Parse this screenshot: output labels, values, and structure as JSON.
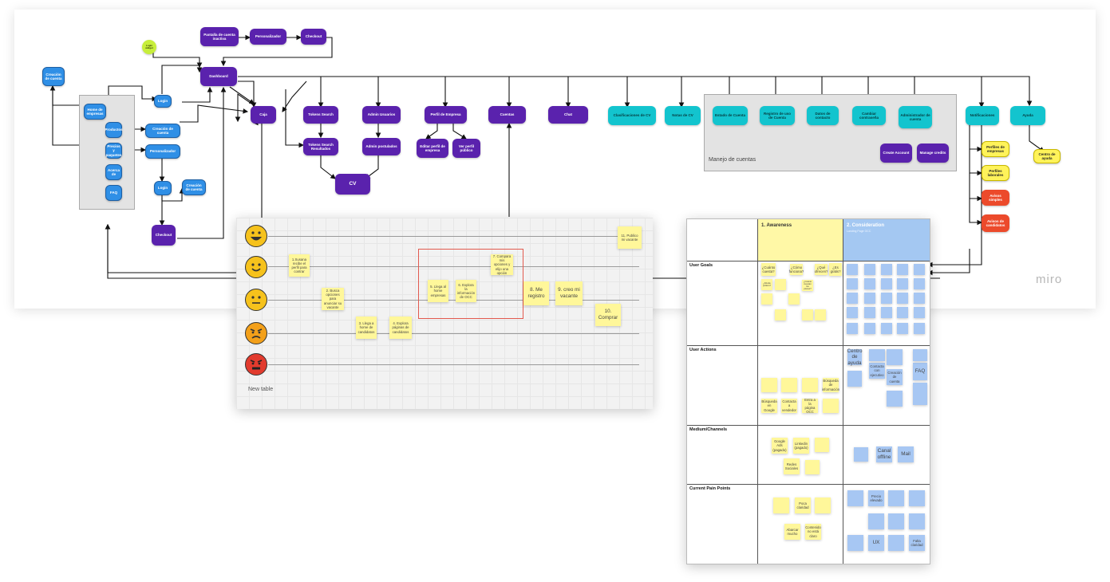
{
  "flow": {
    "colors": {
      "purple": "#5a22ad",
      "blue": "#2f8fe6",
      "teal": "#13c4ce",
      "yellow": "#fff35a",
      "red": "#ec4a2b",
      "green": "#c7ee3b"
    },
    "purple_nodes": {
      "pantalla": "Pantalla de cuenta inactiva",
      "personalizador": "Personalizador",
      "checkout_top": "Checkout",
      "dashboard": "Dashboard",
      "caja": "Caja",
      "tokens_search": "Tokens Search",
      "admin_usuarios": "Admin Usuarios",
      "perfil_empresa": "Perfil de Empresa",
      "cuentas": "Cuentas",
      "chat": "Chat",
      "tokens_resultados": "Tokens Search Resultados",
      "admin_postulados": "Admin postulados",
      "editar_perfil": "Editar perfil de empresa",
      "ver_perfil": "Ver perfil público",
      "cv": "CV",
      "checkout_bottom": "Checkout",
      "create_account": "Create Account",
      "manage_credits": "Manage credits"
    },
    "blue_nodes": {
      "creacion_top": "Creación de cuenta",
      "home": "Home de empresas",
      "login_top": "Login",
      "productos": "Productos",
      "creacion_mid": "Creación de cuenta",
      "precios": "Precios y paquetes",
      "personalizador": "Personalizador",
      "acerca": "Acerca de",
      "faq": "FAQ",
      "login_bottom": "Login",
      "creacion_bottom": "Creación de cuenta"
    },
    "green_nodes": {
      "login_widget": "Login widget"
    },
    "teal_nodes": {
      "clasificaciones": "Clasificaciones de CV",
      "notas": "Notas de CV",
      "estado": "Estado de Cuenta",
      "registro": "Registro de uso de Cuenta",
      "datos": "Datos de contacto",
      "cambiar": "Cambiar contraseña",
      "administrador": "Administrador de cuenta",
      "notificaciones": "Notificaciones",
      "ayuda": "Ayuda"
    },
    "yellow_nodes": {
      "perfiles_empresas": "Perfiles de empresas",
      "perfiles_laborales": "Perfiles laborales",
      "centro_ayuda": "Centro de ayuda"
    },
    "red_nodes": {
      "avisos_simples": "Avisos simples",
      "avisos_candidatos": "Avisos de candidatos"
    },
    "panel_label": "Manejo de cuentas"
  },
  "watermark": "miro",
  "emotion_map": {
    "caption": "New table",
    "faces": [
      "very-happy",
      "happy",
      "neutral",
      "angry",
      "furious"
    ],
    "stickies": {
      "s1": "1.Susana recibe el perfil para contrar",
      "s2": "2. Busca opciones para anunciar su vacante",
      "s3": "3. Llega a home de candidatos",
      "s4": "4. Explora páginas de candidatos",
      "s5": "5. Llega al home empresas",
      "s6": "6. Explora la información de OCC",
      "s7": "7. Compara mis opciones y elijo una opción",
      "s8": "8. Me registro",
      "s9": "9. creo mi vacante",
      "s10": "10. Comprar",
      "s11": "11. Publico mi vacante"
    }
  },
  "journey": {
    "stage1": "1. Awareness",
    "stage2": "2. Consideration",
    "stage2_sub": "Landing Page OCC",
    "rows": {
      "goals": "User Goals",
      "actions": "User Actions",
      "medium": "Medium/Channels",
      "pain": "Current Pain Points"
    },
    "goals_a": [
      "¿Cuánto cuesta?",
      "¿Es gratis?",
      "¿Cómo funciona?",
      "¿Qué ofrecen?",
      "¿Cuánto cuestan los planes?",
      "¿Dónde publico?"
    ],
    "actions_a": [
      "Búsqueda en Google",
      "Contacta a vendedor",
      "Entra a la página OCC",
      "Búsqueda de información"
    ],
    "actions_b": [
      "Centro de ayuda",
      "FAQ",
      "Creación de cuenta",
      "Contacta con ejecutivo"
    ],
    "medium_a": [
      "Google Ads (pagado)",
      "Linkedin (pagado)",
      "Redes Sociales"
    ],
    "medium_b": [
      "Canal offline",
      "Mail"
    ],
    "pain_a": [
      "Poca claridad",
      "Abarcar mucho",
      "Contenido no está claro"
    ],
    "pain_b": [
      "Precio elevado",
      "UX",
      "Falta claridad"
    ]
  }
}
